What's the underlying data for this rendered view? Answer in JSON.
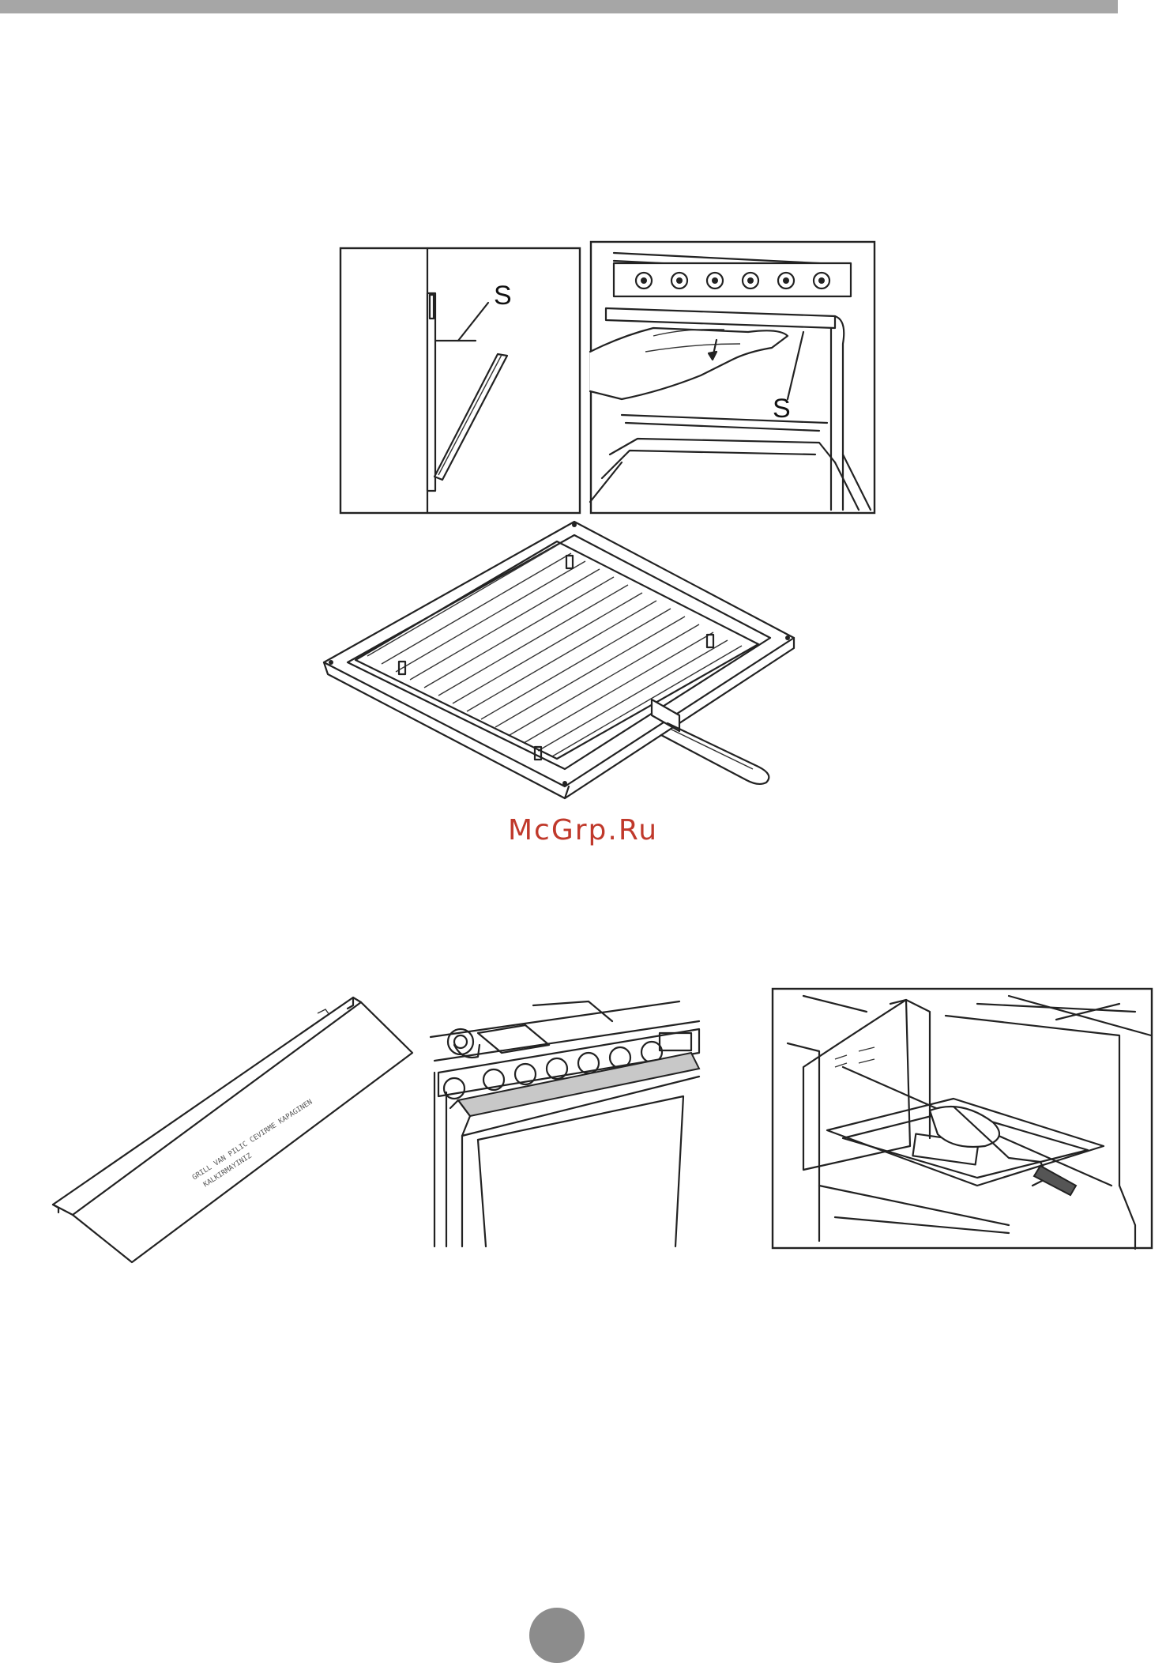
{
  "header": {
    "bar_color": "#a6a6a6"
  },
  "figure_1": {
    "left_panel": {
      "label": "S"
    },
    "right_panel": {
      "label": "S"
    }
  },
  "watermark": {
    "text": "McGrp.Ru",
    "color": "#c0392b"
  },
  "tray_printing": {
    "line1": "GRILL VAN PILIC CEVIRME KAPAGINEN",
    "line2": "KALKIRMAYINIZ"
  },
  "page_number": {
    "fill": "#8c8c8c"
  }
}
